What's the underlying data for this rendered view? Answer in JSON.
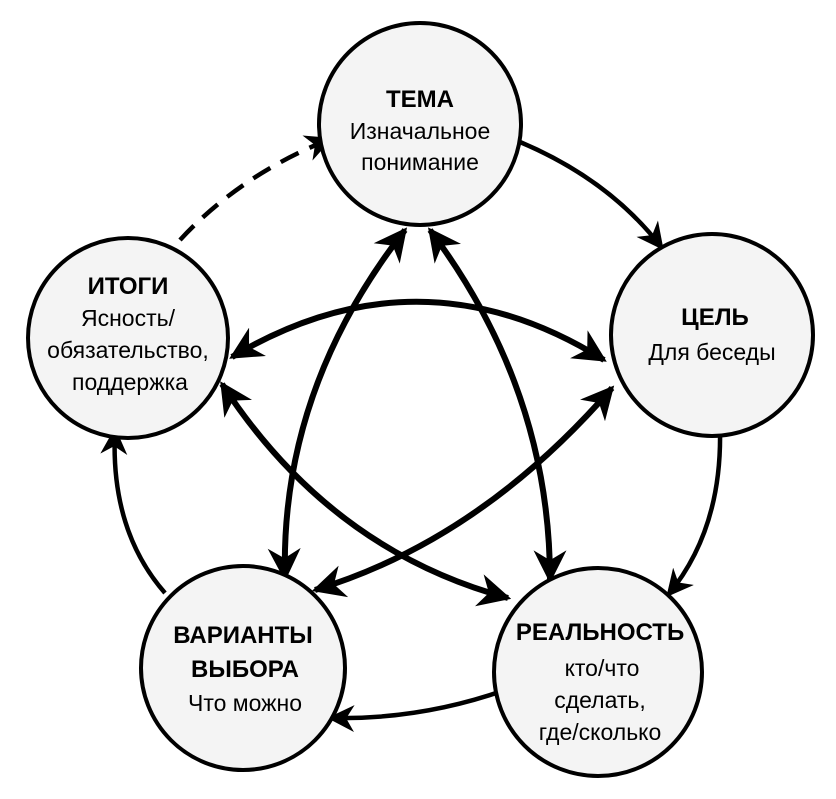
{
  "diagram": {
    "colors": {
      "stroke": "#000000",
      "node_fill": "#f4f4f4",
      "background": "#ffffff"
    },
    "nodes": {
      "tema": {
        "title": "ТЕМА",
        "lines": [
          "Изначальное",
          "понимание"
        ]
      },
      "cel": {
        "title": "ЦЕЛЬ",
        "lines": [
          "Для беседы"
        ]
      },
      "realnost": {
        "title": "РЕАЛЬНОСТЬ",
        "lines": [
          "кто/что",
          "сделать,",
          "где/сколько"
        ]
      },
      "varianty": {
        "title_lines": [
          "ВАРИАНТЫ",
          "ВЫБОРА"
        ],
        "lines": [
          "Что можно"
        ]
      },
      "itogi": {
        "title": "ИТОГИ",
        "lines": [
          "Ясность/",
          "обязательство,",
          "поддержка"
        ]
      }
    },
    "edges": [
      {
        "from": "ТЕМА",
        "to": "ЦЕЛЬ",
        "style": "solid",
        "direction": "forward"
      },
      {
        "from": "ЦЕЛЬ",
        "to": "РЕАЛЬНОСТЬ",
        "style": "solid",
        "direction": "forward"
      },
      {
        "from": "РЕАЛЬНОСТЬ",
        "to": "ВАРИАНТЫ ВЫБОРА",
        "style": "solid",
        "direction": "forward"
      },
      {
        "from": "ВАРИАНТЫ ВЫБОРА",
        "to": "ИТОГИ",
        "style": "solid",
        "direction": "forward"
      },
      {
        "from": "ИТОГИ",
        "to": "ТЕМА",
        "style": "dashed",
        "direction": "forward"
      },
      {
        "from": "ИТОГИ",
        "to": "ЦЕЛЬ",
        "style": "solid",
        "direction": "both"
      },
      {
        "from": "ИТОГИ",
        "to": "РЕАЛЬНОСТЬ",
        "style": "solid",
        "direction": "both"
      },
      {
        "from": "ТЕМА",
        "to": "ВАРИАНТЫ ВЫБОРА",
        "style": "solid",
        "direction": "both"
      },
      {
        "from": "ТЕМА",
        "to": "РЕАЛЬНОСТЬ",
        "style": "solid",
        "direction": "both"
      },
      {
        "from": "ЦЕЛЬ",
        "to": "ВАРИАНТЫ ВЫБОРА",
        "style": "solid",
        "direction": "both"
      }
    ]
  }
}
